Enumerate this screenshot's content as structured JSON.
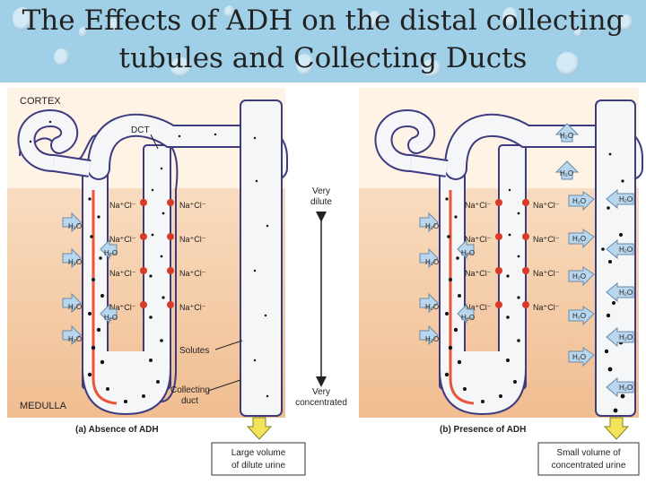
{
  "title": {
    "line1": "The Effects of ADH on the distal collecting",
    "line2": "tubules and Collecting Ducts"
  },
  "labels": {
    "cortex": "CORTEX",
    "medulla": "MEDULLA",
    "dct": "DCT",
    "solutes": "Solutes",
    "collecting_duct_1": "Collecting",
    "collecting_duct_2": "duct",
    "very_dilute_1": "Very",
    "very_dilute_2": "dilute",
    "very_conc_1": "Very",
    "very_conc_2": "concentrated",
    "panel_a": "(a) Absence of ADH",
    "panel_b": "(b) Presence of ADH",
    "urine_a_1": "Large volume",
    "urine_a_2": "of dilute urine",
    "urine_b_1": "Small volume of",
    "urine_b_2": "concentrated urine",
    "nacl": "Na⁺Cl⁻",
    "h2o": "H₂O"
  },
  "colors": {
    "title_band": "#9fd0e8",
    "cortex": "#fff3e6",
    "medulla_top": "#f8dcc0",
    "medulla_bottom": "#f1bf94",
    "tubule_fill": "#f4f6f8",
    "tubule_outline": "#3e3b80",
    "thick_wall": "#e8573a",
    "pump": "#d83a2a",
    "water_arrow": "#b8d7ee",
    "urine_arrow": "#f3e35a"
  }
}
